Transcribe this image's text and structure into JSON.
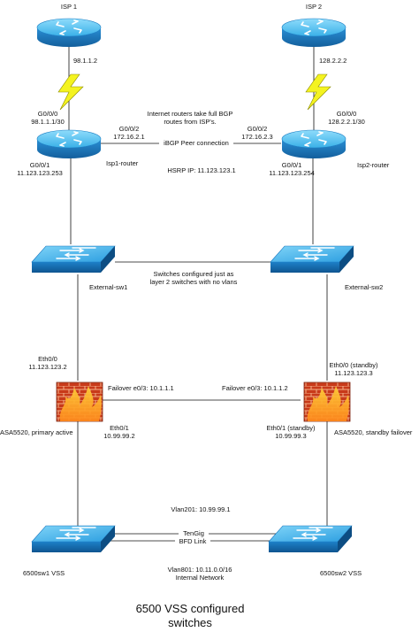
{
  "isp1": {
    "name": "ISP 1",
    "ip": "98.1.1.2"
  },
  "isp2": {
    "name": "ISP 2",
    "ip": "128.2.2.2"
  },
  "isp1_router": {
    "name": "Isp1-router",
    "wan_port": "G0/0/0",
    "wan_ip": "98.1.1.1/30",
    "bgp_port": "G0/0/2",
    "bgp_ip": "172.16.2.1",
    "lan_port": "G0/0/1",
    "lan_ip": "11.123.123.253"
  },
  "isp2_router": {
    "name": "Isp2-router",
    "wan_port": "G0/0/0",
    "wan_ip": "128.2.2.1/30",
    "bgp_port": "G0/0/2",
    "bgp_ip": "172.16.2.3",
    "lan_port": "G0/0/1",
    "lan_ip": "11.123.123.254"
  },
  "bgp_note": "Internet routers take full BGP routes from ISP's.",
  "ibgp_label": "iBGP Peer connection",
  "hsrp": "HSRP IP: 11.123.123.1",
  "ext_sw1": "External-sw1",
  "ext_sw2": "External-sw2",
  "switch_note": "Switches configured just as layer 2 switches with no vlans",
  "asa1": {
    "name": "ASA5520, primary active",
    "outside_port": "Eth0/0",
    "outside_ip": "11.123.123.2",
    "failover": "Failover e0/3: 10.1.1.1",
    "inside_port": "Eth0/1",
    "inside_ip": "10.99.99.2"
  },
  "asa2": {
    "name": "ASA5520, standby failover",
    "outside_port": "Eth0/0 (standby)",
    "outside_ip": "11.123.123.3",
    "failover": "Failover e0/3: 10.1.1.2",
    "inside_port": "Eth0/1 (standby)",
    "inside_ip": "10.99.99.3"
  },
  "vss1": "6500sw1 VSS",
  "vss2": "6500sw2 VSS",
  "vlan201": "Vlan201: 10.99.99.1",
  "tengig": "TenGig",
  "bfd": "BFD Link",
  "vlan801": "Vlan801: 10.11.0.0/16",
  "internal": "Internal Network",
  "caption": "6500 VSS configured switches",
  "colors": {
    "router_top": "#56c4f0",
    "router_side": "#1e7fc4",
    "switch_top": "#4ab8ea",
    "switch_side": "#1a78c0",
    "lightning": "#f4f320",
    "brick": "#c83a1a",
    "fire": "#ffd23a"
  }
}
